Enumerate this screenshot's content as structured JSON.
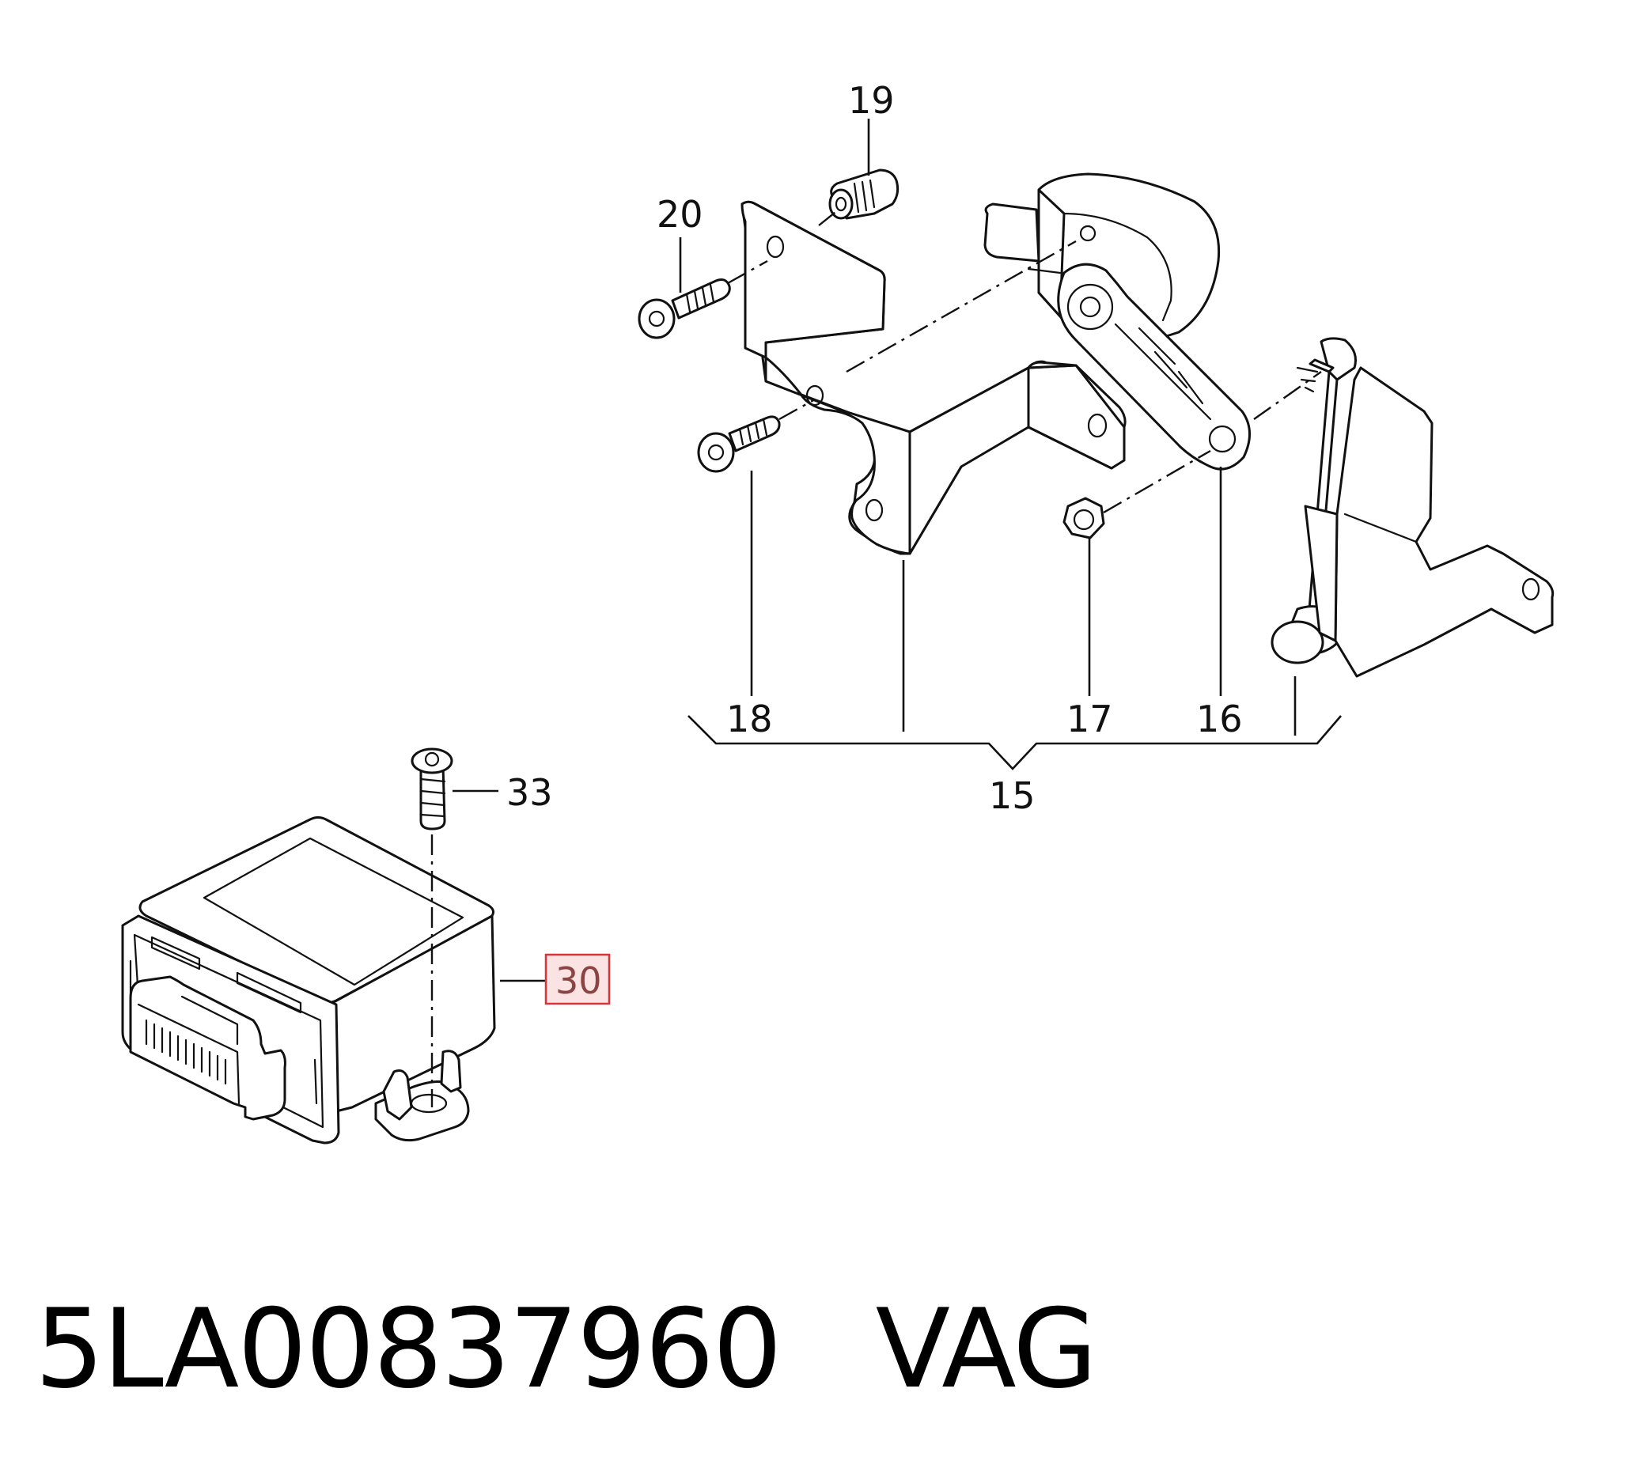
{
  "diagram": {
    "callouts": {
      "c15": "15",
      "c16": "16",
      "c17": "17",
      "c18": "18",
      "c19": "19",
      "c20": "20",
      "c30": "30",
      "c33": "33"
    },
    "highlight": {
      "stroke": "#d8343a",
      "fill": "#fbe3e3",
      "text": "#8a4444"
    }
  },
  "footer": {
    "part_number": "5LA00837960",
    "brand": "VAG"
  }
}
